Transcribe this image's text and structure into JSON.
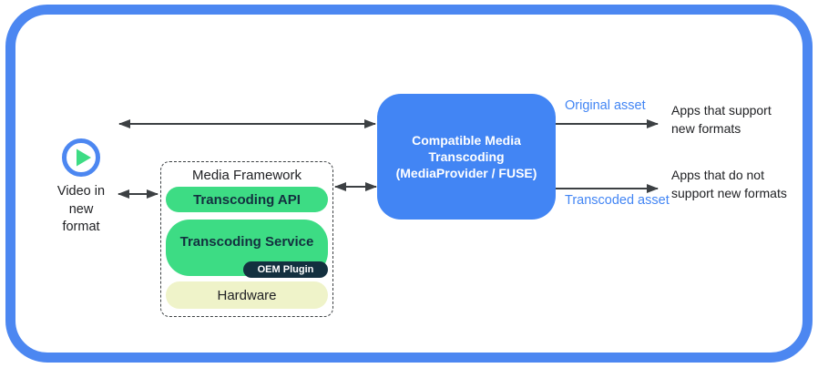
{
  "diagram": {
    "source": {
      "icon": "play-icon",
      "label_lines": [
        "Video in",
        "new",
        "format"
      ]
    },
    "media_framework": {
      "title": "Media Framework",
      "transcoding_api": "Transcoding API",
      "transcoding_service": "Transcoding Service",
      "oem_plugin": "OEM Plugin",
      "hardware": "Hardware"
    },
    "transcoder": {
      "lines": [
        "Compatible Media",
        "Transcoding",
        "(MediaProvider / FUSE)"
      ]
    },
    "flows": {
      "original_asset": "Original asset",
      "transcoded_asset": "Transcoded asset"
    },
    "sinks": {
      "support": {
        "lines": [
          "Apps that support",
          "new formats"
        ]
      },
      "no_support": {
        "lines": [
          "Apps that do not",
          "support new formats"
        ]
      }
    },
    "colors": {
      "android_green": "#3DDC84",
      "dark_navy": "#13303F",
      "google_blue": "#4285F4",
      "border_blue": "#4C87F1",
      "pale_yellow_green": "#EFF3C9",
      "arrow_gray": "#3C4043"
    }
  }
}
